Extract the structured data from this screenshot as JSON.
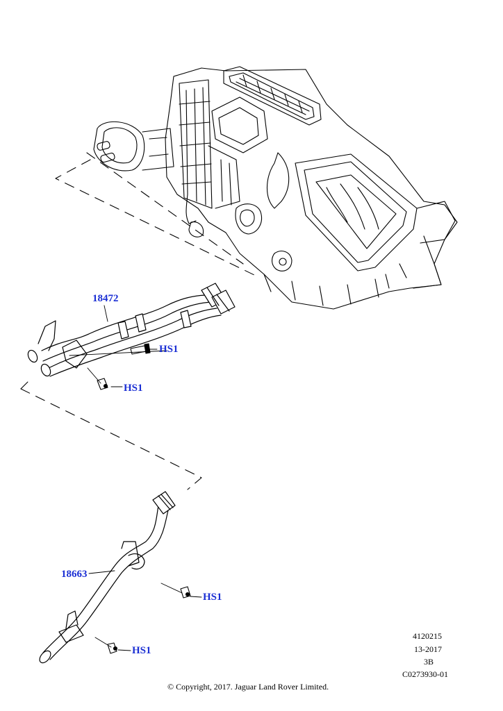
{
  "callouts": {
    "part_top": "18472",
    "part_bottom": "18663",
    "hs1_a": "HS1",
    "hs1_b": "HS1",
    "hs1_c": "HS1",
    "hs1_d": "HS1"
  },
  "meta": {
    "ref": "4120215",
    "date": "13-2017",
    "code": "3B",
    "illustration": "C0273930-01"
  },
  "copyright": "© Copyright, 2017. Jaguar Land Rover Limited."
}
